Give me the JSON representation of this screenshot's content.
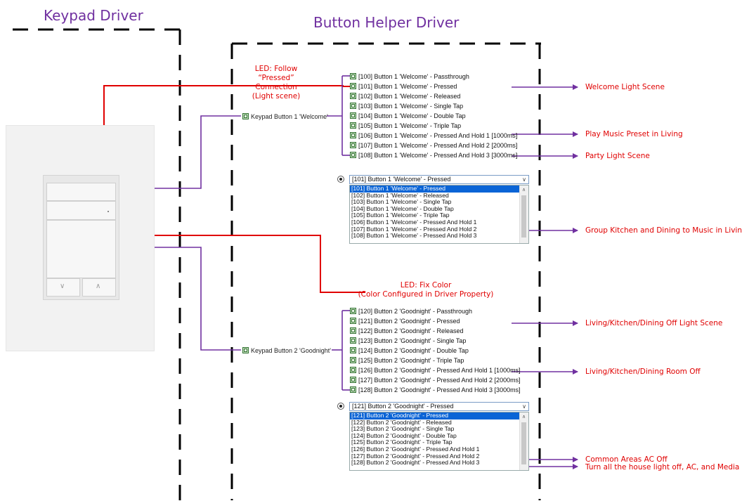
{
  "titles": {
    "keypad_driver": "Keypad Driver",
    "button_helper_driver": "Button Helper Driver"
  },
  "notes": {
    "led_follow": [
      "LED: Follow",
      "“Pressed”",
      "Connection",
      "(Light scene)"
    ],
    "led_fix": [
      "LED: Fix Color",
      "(Color Configured in Driver Property)"
    ]
  },
  "keypad_buttons": {
    "button1": "Keypad Button 1 'Welcome'",
    "button2": "Keypad Button 2 'Goodnight'"
  },
  "button1_events": [
    "[100] Button 1 'Welcome' - Passthrough",
    "[101] Button 1 'Welcome' - Pressed",
    "[102] Button 1 'Welcome' - Released",
    "[103] Button 1 'Welcome' - Single Tap",
    "[104] Button 1 'Welcome' - Double Tap",
    "[105] Button 1 'Welcome' - Triple Tap",
    "[106] Button 1 'Welcome' - Pressed And Hold 1 [1000ms]",
    "[107] Button 1 'Welcome' - Pressed And Hold 2 [2000ms]",
    "[108] Button 1 'Welcome' - Pressed And Hold 3 [3000ms]"
  ],
  "button1_select": {
    "selected": "[101] Button 1 'Welcome' - Pressed",
    "options": [
      "[101] Button 1 'Welcome' - Pressed",
      "[102] Button 1 'Welcome' - Released",
      "[103] Button 1 'Welcome' - Single Tap",
      "[104] Button 1 'Welcome' - Double Tap",
      "[105] Button 1 'Welcome' - Triple Tap",
      "[106] Button 1 'Welcome' - Pressed And Hold 1",
      "[107] Button 1 'Welcome' - Pressed And Hold 2",
      "[108] Button 1 'Welcome' - Pressed And Hold 3"
    ]
  },
  "button2_events": [
    "[120] Button 2 'Goodnight' - Passthrough",
    "[121] Button 2 'Goodnight' - Pressed",
    "[122] Button 2 'Goodnight' - Released",
    "[123] Button 2 'Goodnight' - Single Tap",
    "[124] Button 2 'Goodnight' - Double Tap",
    "[125] Button 2 'Goodnight' - Triple Tap",
    "[126] Button 2 'Goodnight' - Pressed And Hold 1 [1000ms]",
    "[127] Button 2 'Goodnight' - Pressed And Hold 2 [2000ms]",
    "[128] Button 2 'Goodnight' - Pressed And Hold 3 [3000ms]"
  ],
  "button2_select": {
    "selected": "[121] Button 2 'Goodnight' - Pressed",
    "options": [
      "[121] Button 2 'Goodnight' - Pressed",
      "[122] Button 2 'Goodnight' - Released",
      "[123] Button 2 'Goodnight' - Single Tap",
      "[124] Button 2 'Goodnight' - Double Tap",
      "[125] Button 2 'Goodnight' - Triple Tap",
      "[126] Button 2 'Goodnight' - Pressed And Hold 1",
      "[127] Button 2 'Goodnight' - Pressed And Hold 2",
      "[128] Button 2 'Goodnight' - Pressed And Hold 3"
    ]
  },
  "actions": {
    "welcome_light_scene": "Welcome Light Scene",
    "play_music_preset": "Play Music Preset in Living",
    "party_light_scene": "Party Light Scene",
    "group_kitchen_dining": "Group Kitchen and Dining to Music in Living",
    "living_off_light_scene": "Living/Kitchen/Dining Off Light Scene",
    "living_room_off": "Living/Kitchen/Dining Room Off",
    "common_areas_ac_off": "Common Areas AC Off",
    "turn_all_off": "Turn all the house light off, AC, and Media"
  },
  "colors": {
    "title_purple": "#7030a0",
    "connector_purple": "#7030a0",
    "led_red": "#e00000",
    "dash_black": "#000000"
  },
  "icons": [
    "node-check-icon",
    "radio-selected-icon",
    "dropdown-chevron-icon",
    "scroll-up-icon",
    "down-arrow-icon",
    "up-arrow-icon"
  ]
}
